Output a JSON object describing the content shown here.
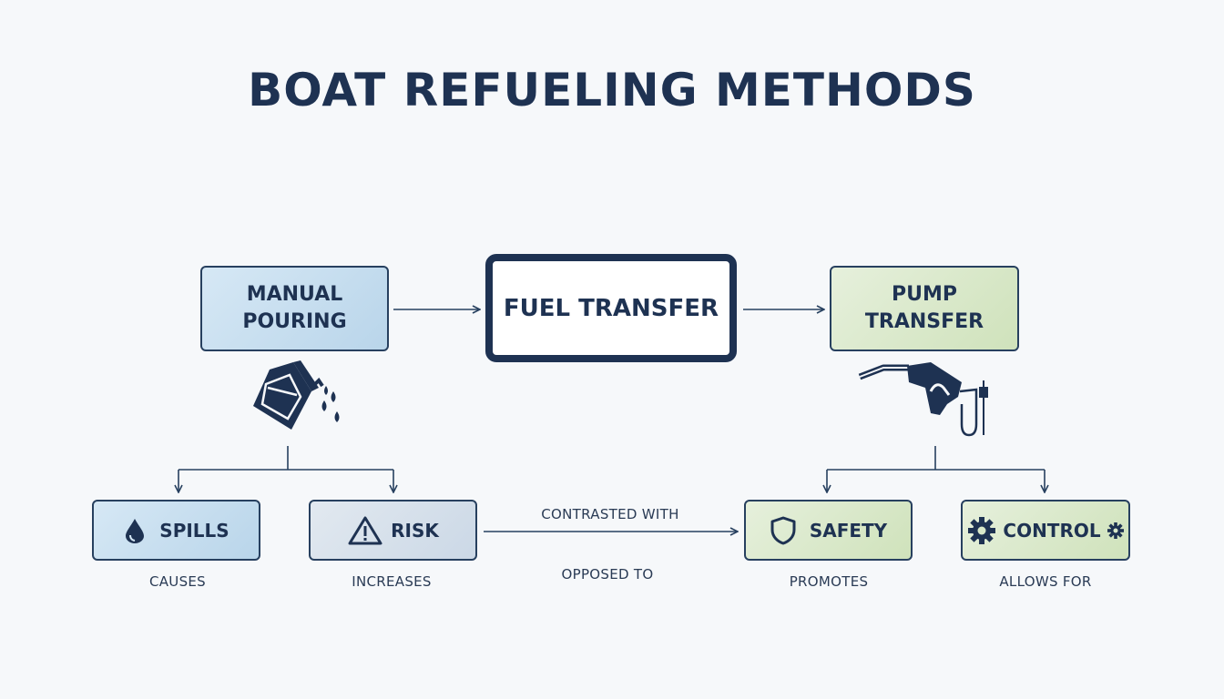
{
  "title": "BOAT REFUELING METHODS",
  "nodes": {
    "center": {
      "label": "FUEL TRANSFER"
    },
    "manual": {
      "line1": "MANUAL",
      "line2": "POURING",
      "icon": "fuel-can-pouring-icon"
    },
    "pump": {
      "line1": "PUMP",
      "line2": "TRANSFER",
      "icon": "fuel-nozzle-icon"
    },
    "spills": {
      "label": "SPILLS",
      "icon": "drop-icon"
    },
    "risk": {
      "label": "RISK",
      "icon": "warning-icon"
    },
    "safety": {
      "label": "SAFETY",
      "icon": "shield-icon"
    },
    "control": {
      "label": "CONTROL",
      "icon": "gear-icon"
    }
  },
  "edge_labels": {
    "causes": "CAUSES",
    "increases": "INCREASES",
    "contrasted": "CONTRASTED WITH",
    "opposed": "OPPOSED TO",
    "promotes": "PROMOTES",
    "allows": "ALLOWS FOR"
  },
  "colors": {
    "navy": "#1e3252",
    "manual_fill": "#c7def0",
    "pump_fill": "#d9e8ca",
    "background": "#f6f8fa"
  }
}
